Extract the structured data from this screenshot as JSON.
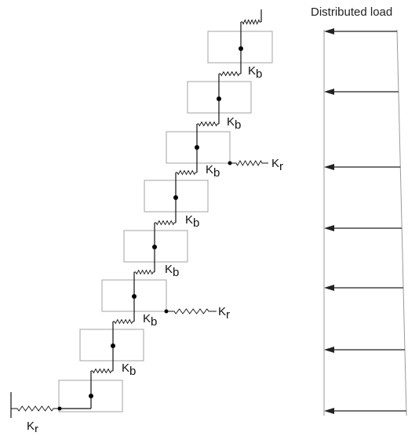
{
  "title": "Distributed load",
  "labels": {
    "k": "K",
    "k_sub_b": "b",
    "k_sub_r": "r"
  },
  "colors": {
    "block_fill": "#ffffff",
    "block_stroke": "#a3a3a3",
    "wire": "#111111",
    "node": "#000000",
    "arrow": "#222222",
    "load_boundary": "#9a9a9a"
  },
  "structure": {
    "block_count": 8,
    "bending_spring_count": 7,
    "rotational_spring_count": 3,
    "load_arrow_count": 7
  }
}
